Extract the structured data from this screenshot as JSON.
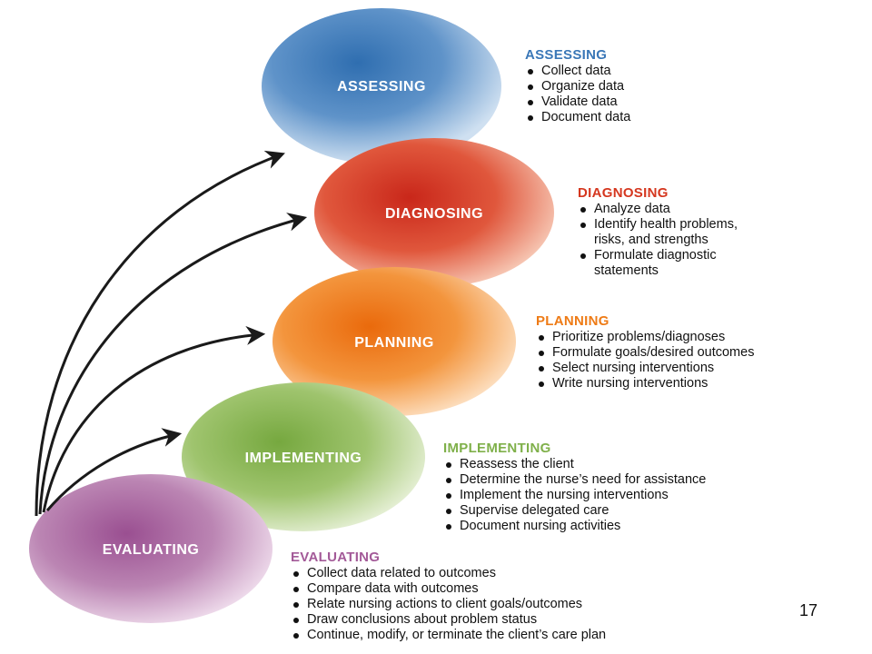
{
  "colors": {
    "assessing": "#3a77b7",
    "diagnosing": "#d5371f",
    "planning": "#ee7b16",
    "implementing": "#7fb04a",
    "evaluating": "#a35a98",
    "arrow": "#1a1a1a"
  },
  "steps": [
    {
      "key": "assessing",
      "circle_label": "ASSESSING",
      "heading": "ASSESSING",
      "items": [
        "Collect data",
        "Organize data",
        "Validate data",
        "Document data"
      ]
    },
    {
      "key": "diagnosing",
      "circle_label": "DIAGNOSING",
      "heading": "DIAGNOSING",
      "items": [
        "Analyze data",
        "Identify health problems,",
        "risks, and strengths",
        "Formulate diagnostic",
        "statements"
      ]
    },
    {
      "key": "planning",
      "circle_label": "PLANNING",
      "heading": "PLANNING",
      "items": [
        "Prioritize problems/diagnoses",
        "Formulate goals/desired outcomes",
        "Select nursing interventions",
        "Write nursing interventions"
      ]
    },
    {
      "key": "implementing",
      "circle_label": "IMPLEMENTING",
      "heading": "IMPLEMENTING",
      "items": [
        "Reassess the client",
        "Determine the nurse’s need for assistance",
        "Implement the nursing interventions",
        "Supervise delegated care",
        "Document nursing activities"
      ]
    },
    {
      "key": "evaluating",
      "circle_label": "EVALUATING",
      "heading": "EVALUATING",
      "items": [
        "Collect data related to outcomes",
        "Compare data with outcomes",
        "Relate nursing actions to client goals/outcomes",
        "Draw conclusions about problem status",
        "Continue, modify, or terminate the client’s care plan"
      ]
    }
  ],
  "page_number": "17"
}
